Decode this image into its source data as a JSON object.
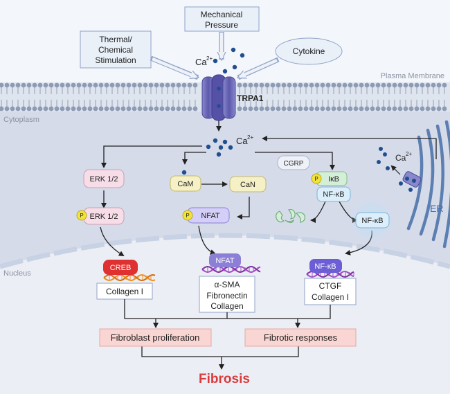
{
  "regions": {
    "plasma_membrane": "Plasma Membrane",
    "cytoplasm": "Cytoplasm",
    "nucleus": "Nucleus",
    "er": "ER"
  },
  "stimuli": {
    "mechanical": [
      "Mechanical",
      "Pressure"
    ],
    "thermal": [
      "Thermal/",
      "Chemical",
      "Stimulation"
    ],
    "cytokine": "Cytokine"
  },
  "channel": {
    "label": "TRPA1"
  },
  "ion": {
    "base": "Ca",
    "charge": "2+"
  },
  "cytoplasm_nodes": {
    "erk": "ERK 1/2",
    "erk_p": "ERK 1/2",
    "cam": "CaM",
    "can": "CaN",
    "nfat": "NFAT",
    "cgrp": "CGRP",
    "ikb": "IκB",
    "nfkb_complex": "NF-κB",
    "nfkb_free": "NF-κB"
  },
  "phospho_label": "P",
  "nucleus_nodes": {
    "creb": "CREB",
    "nfat": "NFAT",
    "nfkb": "NF-κB"
  },
  "targets": {
    "creb_genes": "Collagen I",
    "nfat_genes": [
      "α-SMA",
      "Fibronectin",
      "Collagen"
    ],
    "nfkb_genes": [
      "CTGF",
      "Collagen I"
    ]
  },
  "outcomes": {
    "proliferation": "Fibroblast proliferation",
    "responses": "Fibrotic responses",
    "final": "Fibrosis"
  },
  "colors": {
    "membrane": "#9aa8c2",
    "channel": "#7b79c0",
    "ion_dot": "#1f4f8f",
    "phospho": "#f2e33a",
    "creb": "#e03131",
    "nfat_box": "#8c7fd6",
    "nfkb_box": "#6e5ed6",
    "outcome_fill": "#f9d6d3",
    "fibrosis_text": "#d93a3a"
  }
}
